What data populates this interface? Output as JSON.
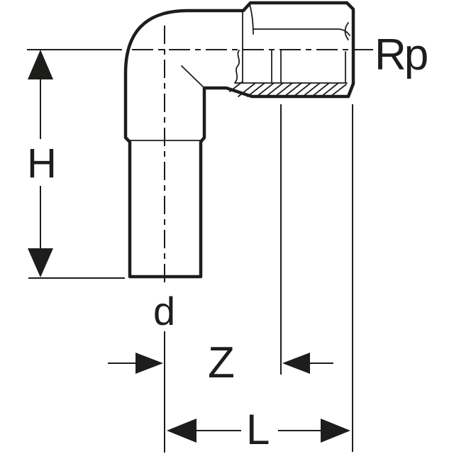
{
  "drawing": {
    "title": "Elbow 90 deg with plain end and female thread - dimension drawing",
    "figure": "pipe-elbow-90-female-thread",
    "colors": {
      "line": "#1d1d1b",
      "background": "#ffffff"
    },
    "labels": {
      "thread": "Rp",
      "height": "H",
      "diameter": "d",
      "offset": "Z",
      "length": "L"
    }
  }
}
